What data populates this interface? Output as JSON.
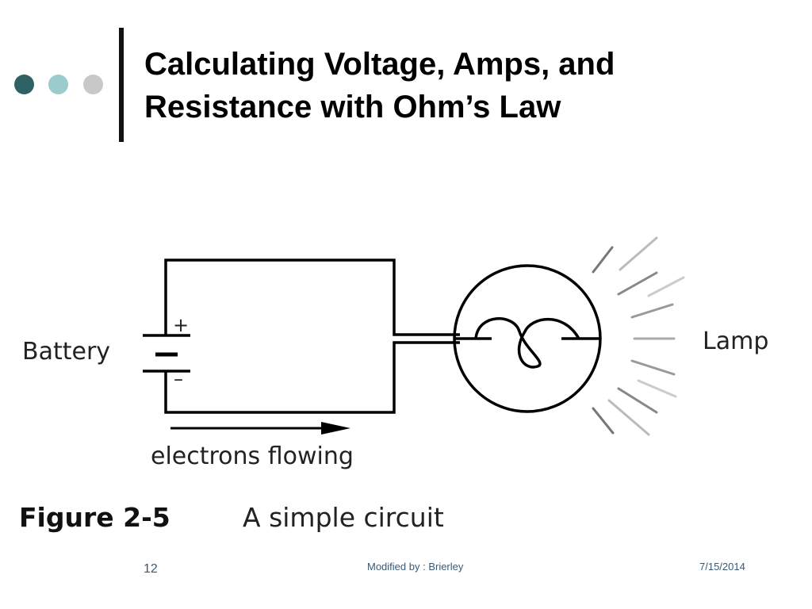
{
  "slide": {
    "title_line1": "Calculating Voltage, Amps, and",
    "title_line2": "Resistance with Ohm’s Law",
    "bullet_colors": [
      "#2f6164",
      "#9ccbcd",
      "#c8c8c8"
    ]
  },
  "figure": {
    "battery_label": "Battery",
    "plus_symbol": "+",
    "minus_symbol_1": "–",
    "minus_symbol_2": "–",
    "lamp_label": "Lamp",
    "flow_label": "electrons flowing",
    "figure_number": "Figure 2-5",
    "figure_caption": "A simple circuit"
  },
  "footer": {
    "slide_number": "12",
    "modified_by": "Modified by : Brierley",
    "date": "7/15/2014"
  }
}
